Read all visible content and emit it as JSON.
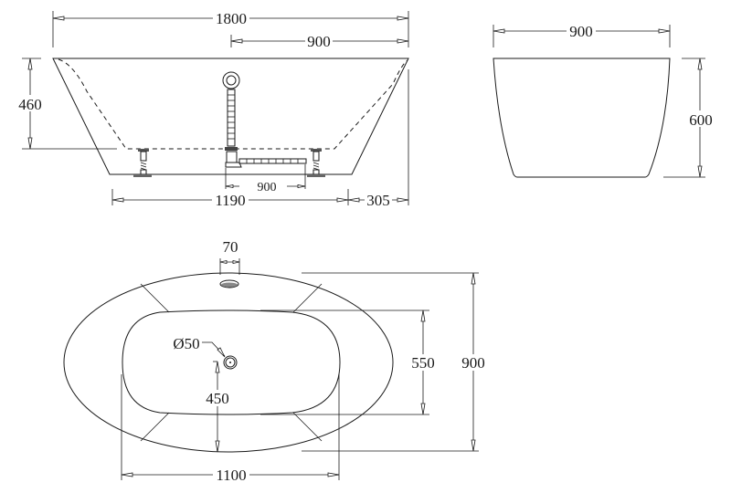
{
  "drawing": {
    "title": "Freestanding bathtub dimension drawing",
    "colors": {
      "line": "#1a1a1a",
      "background": "#ffffff"
    }
  },
  "side_view": {
    "overall_length": "1800",
    "drain_to_end": "900",
    "height_to_floor": "460",
    "drain_pipe_length": "900",
    "base_length": "1190",
    "end_offset": "305"
  },
  "end_view": {
    "width": "900",
    "height": "600"
  },
  "top_view": {
    "overflow_width": "70",
    "drain_diameter": "Ø50",
    "drain_position": "450",
    "inner_width": "550",
    "outer_width": "900",
    "inner_length": "1100"
  }
}
